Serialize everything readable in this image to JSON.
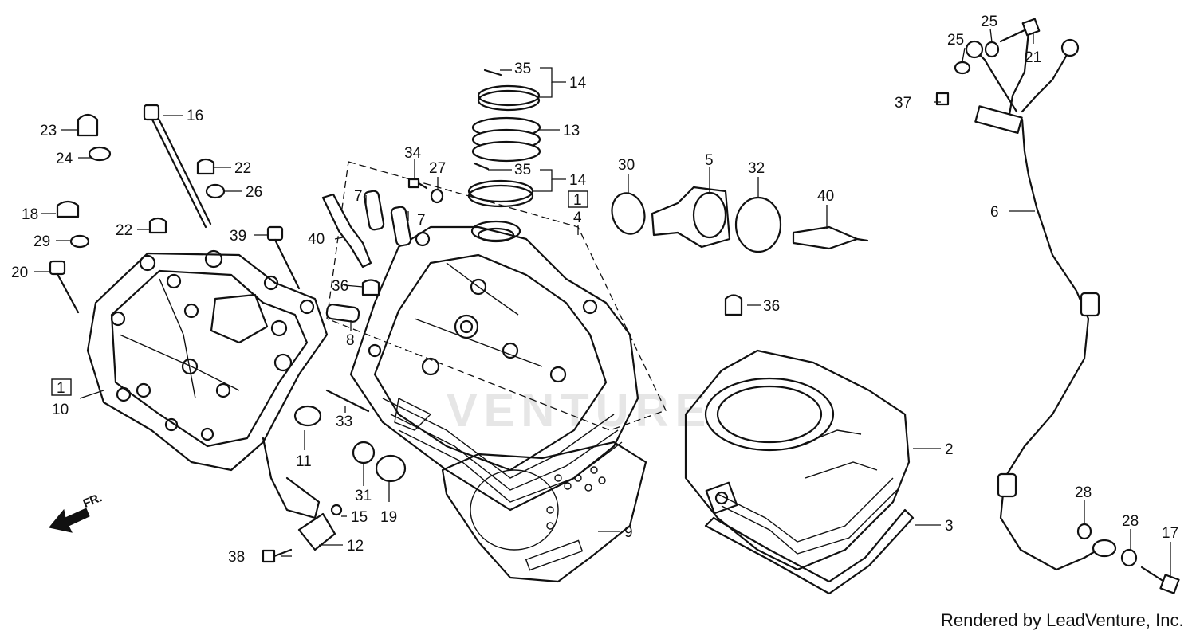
{
  "diagram": {
    "credit": "Rendered by LeadVenture, Inc.",
    "fr_label": "FR.",
    "watermark": "VENTURE",
    "labels": {
      "l1a": "1",
      "l1b": "1",
      "l2": "2",
      "l3": "3",
      "l4": "4",
      "l5": "5",
      "l6": "6",
      "l7a": "7",
      "l7b": "7",
      "l8": "8",
      "l9": "9",
      "l10": "10",
      "l11": "11",
      "l12": "12",
      "l13": "13",
      "l14a": "14",
      "l14b": "14",
      "l15": "15",
      "l16": "16",
      "l17": "17",
      "l18": "18",
      "l19": "19",
      "l20": "20",
      "l21": "21",
      "l22a": "22",
      "l22b": "22",
      "l23": "23",
      "l24": "24",
      "l25a": "25",
      "l25b": "25",
      "l26": "26",
      "l27": "27",
      "l28a": "28",
      "l28b": "28",
      "l29": "29",
      "l30": "30",
      "l31": "31",
      "l32": "32",
      "l33": "33",
      "l34": "34",
      "l35a": "35",
      "l35b": "35",
      "l36a": "36",
      "l36b": "36",
      "l37": "37",
      "l38": "38",
      "l39": "39",
      "l40a": "40",
      "l40b": "40"
    }
  }
}
